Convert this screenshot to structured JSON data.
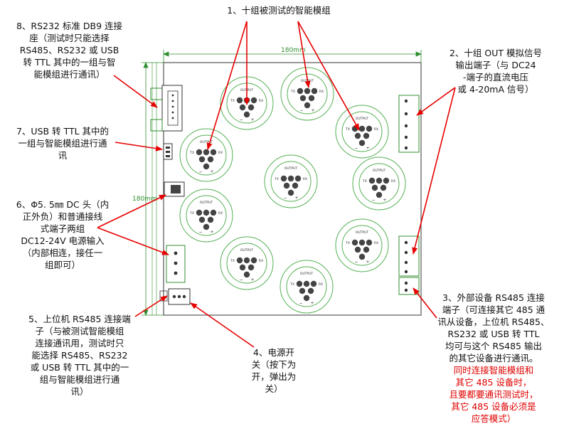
{
  "colors": {
    "arrow": "#e60000",
    "board_outline": "#555555",
    "dimension": "#2f8f2f",
    "module_ring": "#55b055",
    "dark": "#333333",
    "highlight_text": "#e00000"
  },
  "dimensions": {
    "width_label": "180mm",
    "height_label": "180mm"
  },
  "module_labels": {
    "title": "OUTPUT",
    "tx": "TX",
    "rx": "RX",
    "minus": "−",
    "plus": "+"
  },
  "callouts": {
    "c1": {
      "lines": [
        "1、十组被测试的智能模组"
      ]
    },
    "c2": {
      "lines": [
        "2、十组 OUT 模拟信号",
        "输出端子（与 DC24",
        "-端子的直流电压",
        "或 4-20mA 信号）"
      ]
    },
    "c3": {
      "lines": [
        "3、外部设备 RS485 连接",
        "端子（可连接其它 485 通",
        "讯从设备，上位机 RS485、",
        "RS232 或 USB 转 TTL",
        "均可与这个 RS485 输出",
        "的其它设备进行通讯。"
      ],
      "red_lines": [
        "同时连接智能模组和",
        "其它 485 设备时，",
        "且要都要通讯测试时，",
        "其它 485 设备必须是",
        "应答模式）"
      ]
    },
    "c4": {
      "lines": [
        "4、电源开",
        "关（按下为",
        "开，弹出为",
        "关）"
      ]
    },
    "c5": {
      "lines": [
        "5、上位机 RS485 连接端",
        "子（与被测试智能模组",
        "连接通讯用，测试时只",
        "能选择 RS485、RS232",
        "或 USB 转 TTL 其中的一",
        "组与智能模组进行通",
        "讯）"
      ]
    },
    "c6": {
      "lines": [
        "6、Φ5. 5㎜ DC 头（内",
        "正外负）和普通接线",
        "式端子两组",
        "DC12-24V 电源输入",
        "（内部相连，接任一",
        "组即可）"
      ]
    },
    "c7": {
      "lines": [
        "7、USB 转 TTL 其中的",
        "一组与智能模组进行通",
        "讯"
      ]
    },
    "c8": {
      "lines": [
        "8、RS232 标准 DB9 连接",
        "座（测试时只能选择",
        "RS485、RS232 或 USB",
        "转 TTL 其中的一组与智",
        "能模组进行通讯）"
      ]
    }
  }
}
